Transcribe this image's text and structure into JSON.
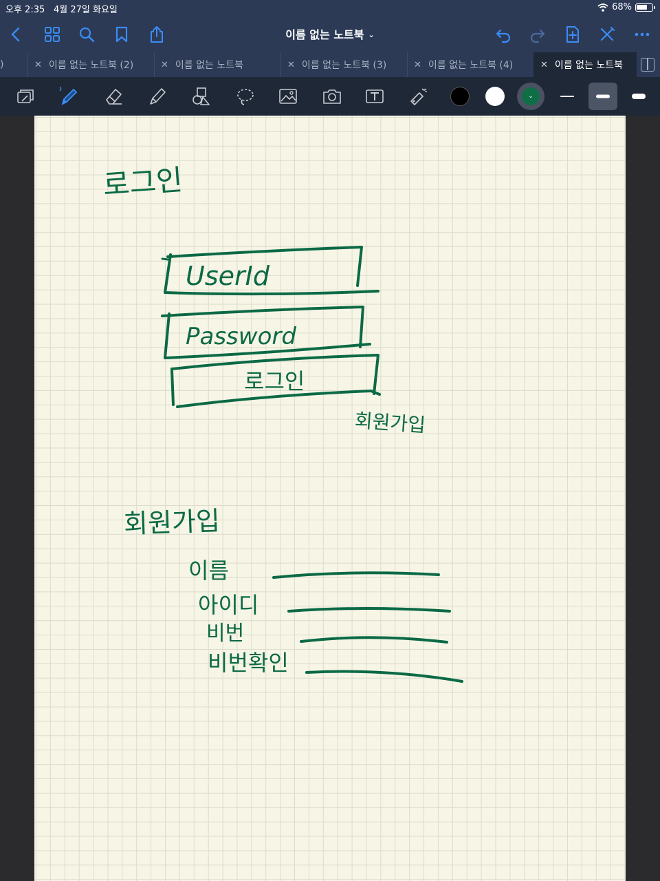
{
  "status_bar": {
    "time": "오후 2:35",
    "date": "4월 27일 화요일",
    "battery": "68%"
  },
  "nav": {
    "document_title": "이름 없는 노트북",
    "icons": [
      "chevron-left-icon",
      "thumbnails-icon",
      "search-icon",
      "bookmark-icon",
      "share-icon",
      "undo-icon",
      "redo-icon",
      "add-page-icon",
      "close-edit-icon",
      "more-icon"
    ]
  },
  "tabs": [
    {
      "label": ")"
    },
    {
      "label": "이름 없는 노트북 (2)"
    },
    {
      "label": "이름 없는 노트북"
    },
    {
      "label": "이름 없는 노트북 (3)"
    },
    {
      "label": "이름 없는 노트북 (4)"
    },
    {
      "label": "이름 없는 노트북",
      "active": true
    }
  ],
  "toolbar": {
    "tools": [
      "read-only-icon",
      "pen-icon",
      "eraser-icon",
      "highlighter-icon",
      "shapes-icon",
      "lasso-icon",
      "image-icon",
      "camera-icon",
      "text-icon",
      "laser-pointer-icon"
    ],
    "colors": [
      "#000000",
      "#ffffff",
      "#0f6e46"
    ],
    "selected_color": "#0f6e46",
    "selected_width": "medium"
  },
  "notes": {
    "login_title": "로그인",
    "userid_field": "UserId",
    "password_field": "Password",
    "login_button": "로그인",
    "signup_link": "회원가입",
    "signup_title": "회원가입",
    "signup_fields": [
      "이름",
      "아이디",
      "비번",
      "비번확인"
    ]
  },
  "colors": {
    "chrome": "#2c3a56",
    "toolbar": "#1f2837",
    "paper": "#f7f5e6",
    "ink": "#0b6a45",
    "accent": "#3b8cf5"
  }
}
